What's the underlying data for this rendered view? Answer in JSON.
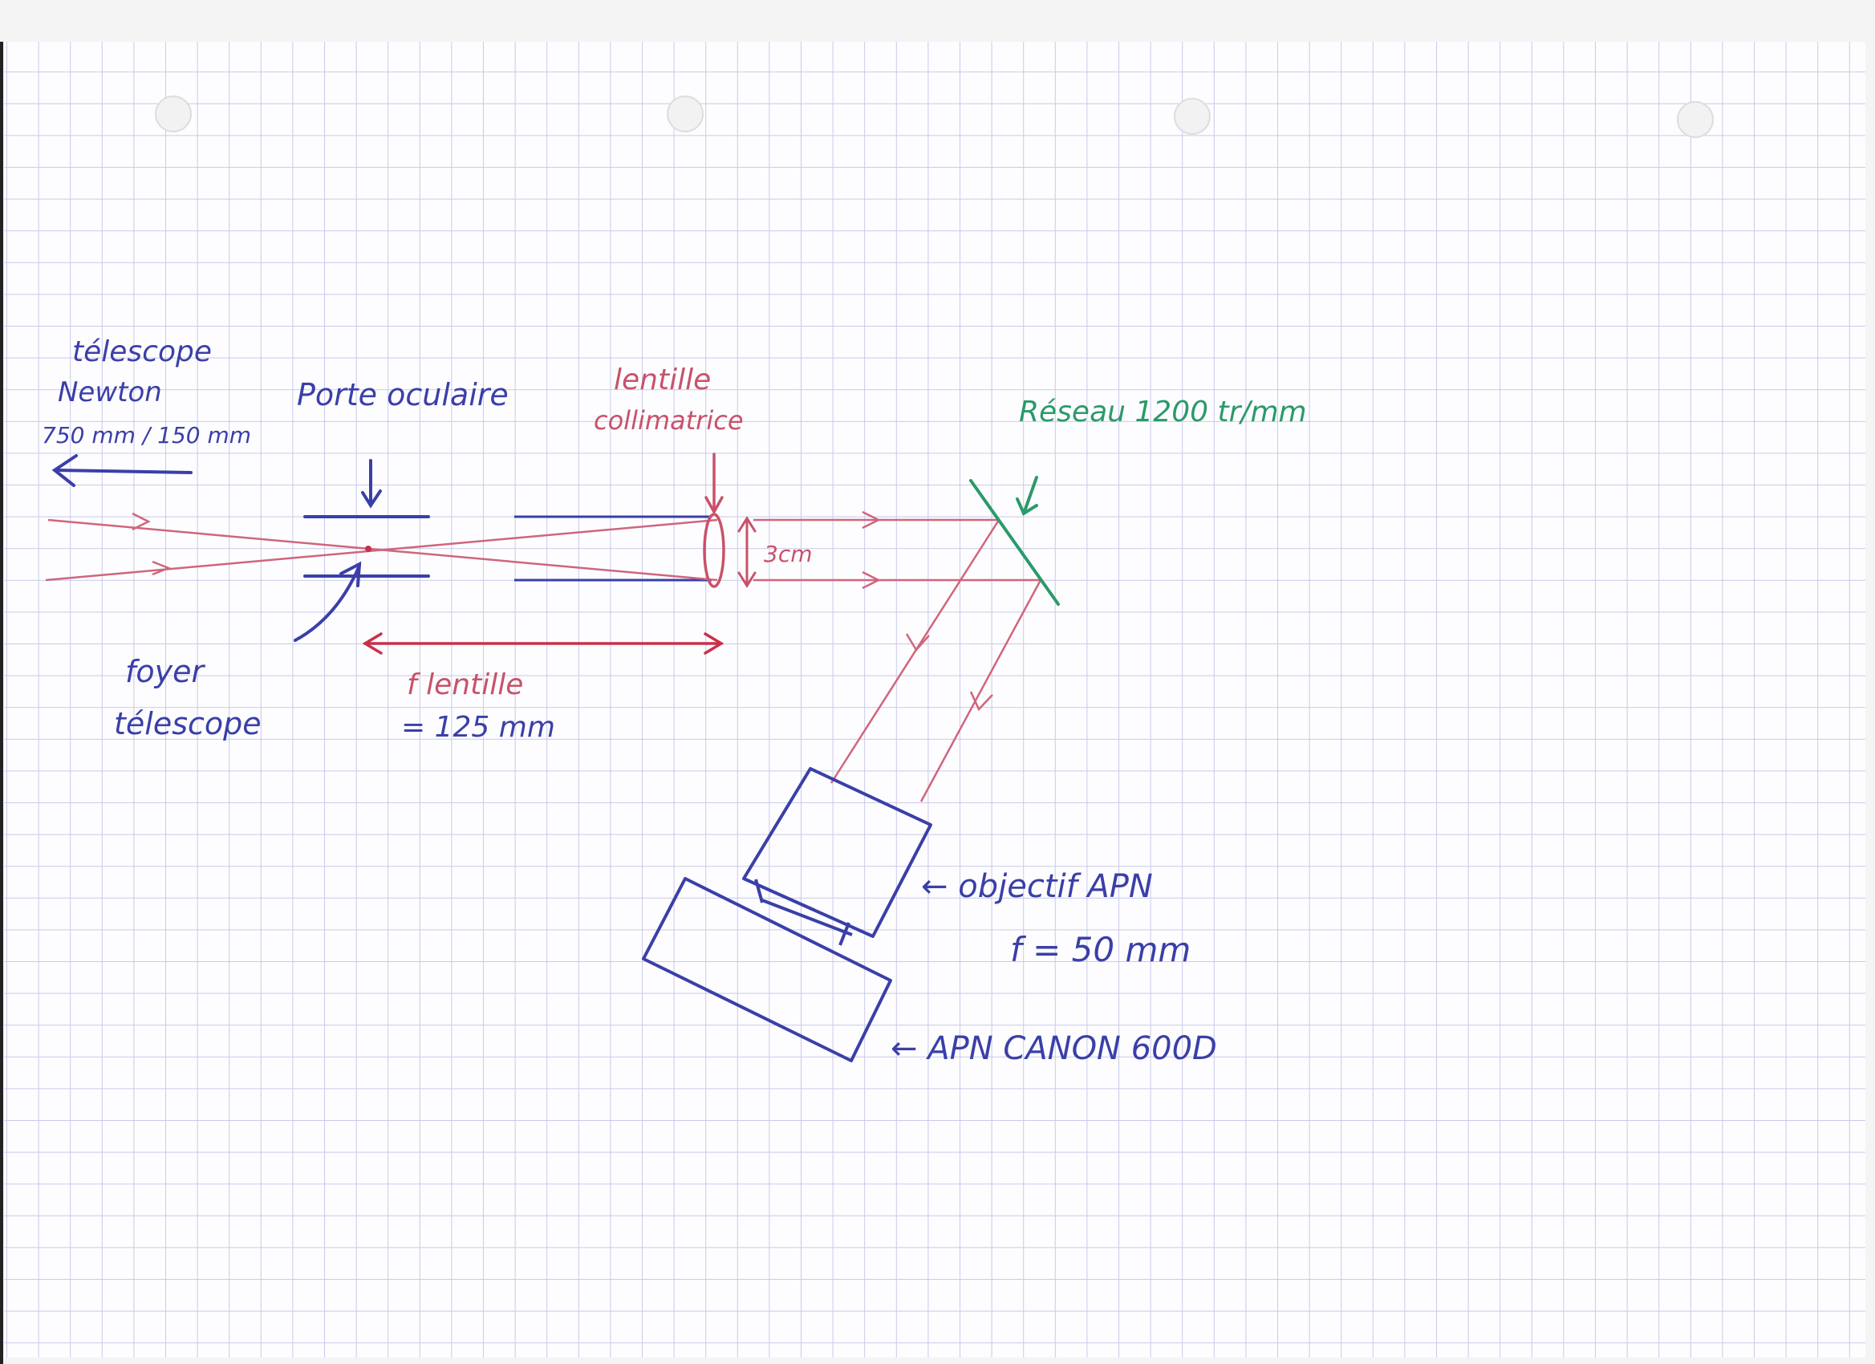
{
  "labels": {
    "telescope_line1": "télescope",
    "telescope_line2": "Newton",
    "telescope_line3": "750 mm / 150 mm",
    "porte_oculaire": "Porte oculaire",
    "lentille_line1": "lentille",
    "lentille_line2": "collimatrice",
    "reseau": "Réseau 1200 tr/mm",
    "beam_width": "3cm",
    "focal_lentille_line1": "f lentille",
    "focal_lentille_line2": "= 125 mm",
    "foyer_line1": "foyer",
    "foyer_line2": "télescope",
    "objectif_line1": "← objectif APN",
    "objectif_line2": "f = 50 mm",
    "apn": "← APN CANON 600D"
  },
  "colors": {
    "blue_ink": "#3a3fa8",
    "red_ink": "#c8526a",
    "green_ink": "#2a9a6a",
    "grid": "#c9c9ea"
  }
}
